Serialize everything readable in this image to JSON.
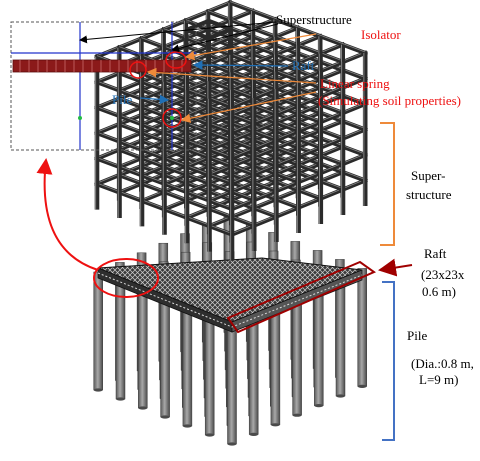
{
  "labels": {
    "superstructure_top": "Superstructure",
    "isolator": "Isolator",
    "raft_inset": "Raft",
    "linear_spring_1": "Linear spring",
    "linear_spring_2": "(Simulating soil properties)",
    "pile_inset": "Pile",
    "super_right_1": "Super-",
    "super_right_2": "structure",
    "raft_right": "Raft",
    "raft_dim_1": "(23x23x",
    "raft_dim_2": "0.6 m)",
    "pile_right": "Pile",
    "pile_dim_1": "(Dia.:0.8 m,",
    "pile_dim_2": "L=9 m)"
  },
  "colors": {
    "black_label": "#000000",
    "red_label": "#ee1111",
    "blue_label": "#1f6fb5",
    "orange_bracket": "#ee8a3a",
    "blue_bracket": "#4472c4",
    "dark_red_arrow": "#a00000",
    "frame": "#2a2a2a",
    "pile": "#7a7a7a",
    "raft_inset": "#8b1a1a",
    "inset_axis": "#2233cc"
  }
}
